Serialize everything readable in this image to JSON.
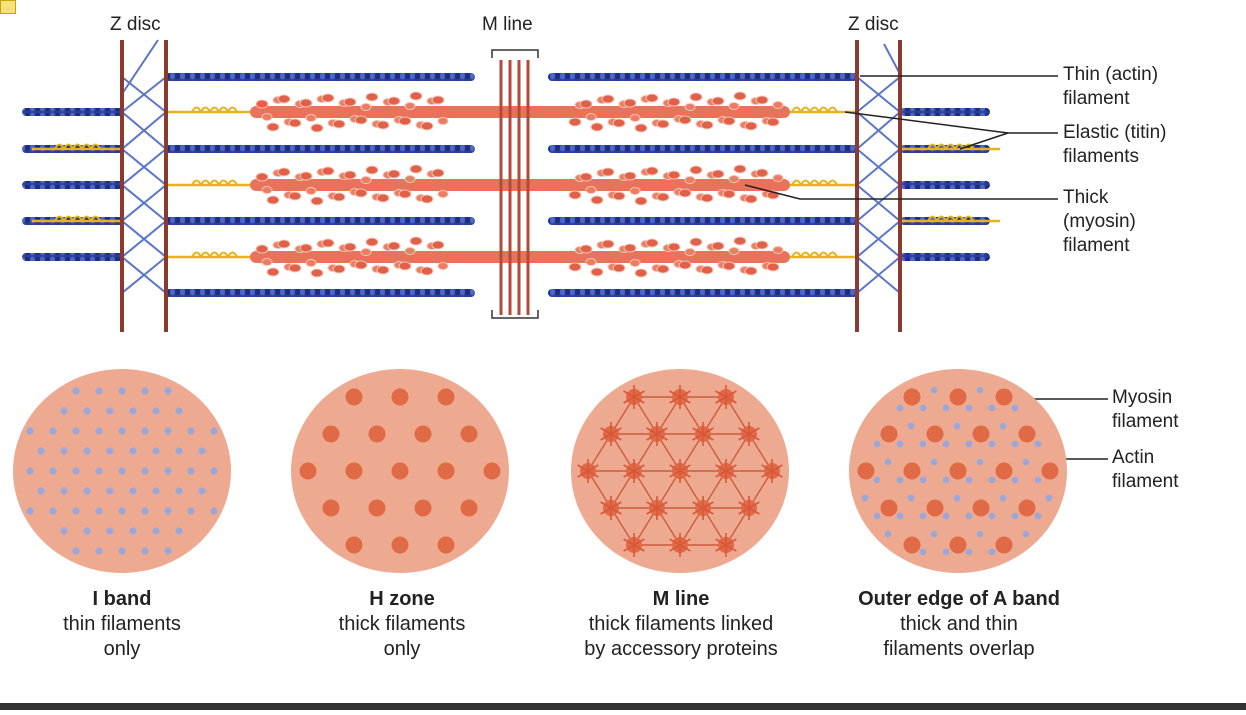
{
  "top_labels": {
    "z_disc_left": "Z disc",
    "m_line": "M line",
    "z_disc_right": "Z disc"
  },
  "right_labels": {
    "thin_l1": "Thin (actin)",
    "thin_l2": "filament",
    "elastic_l1": "Elastic (titin)",
    "elastic_l2": "filaments",
    "thick_l1": "Thick",
    "thick_l2": "(myosin)",
    "thick_l3": "filament"
  },
  "cross_labels": {
    "myosin_l1": "Myosin",
    "myosin_l2": "filament",
    "actin_l1": "Actin",
    "actin_l2": "filament"
  },
  "sections": [
    {
      "title": "I band",
      "line1": "thin filaments",
      "line2": "only"
    },
    {
      "title": "H zone",
      "line1": "thick filaments",
      "line2": "only"
    },
    {
      "title": "M line",
      "line1": "thick filaments linked",
      "line2": "by accessory proteins"
    },
    {
      "title": "Outer edge of A band",
      "line1": "thick and thin",
      "line2": "filaments overlap"
    }
  ],
  "colors": {
    "actin": "#2b3f9e",
    "myosin": "#e8735a",
    "titin": "#e8b21e",
    "z_disc": "#8b3a2f",
    "section_fill": "#eeaa90",
    "actin_dot": "#9aa7d8",
    "myosin_dot": "#e06a45"
  }
}
